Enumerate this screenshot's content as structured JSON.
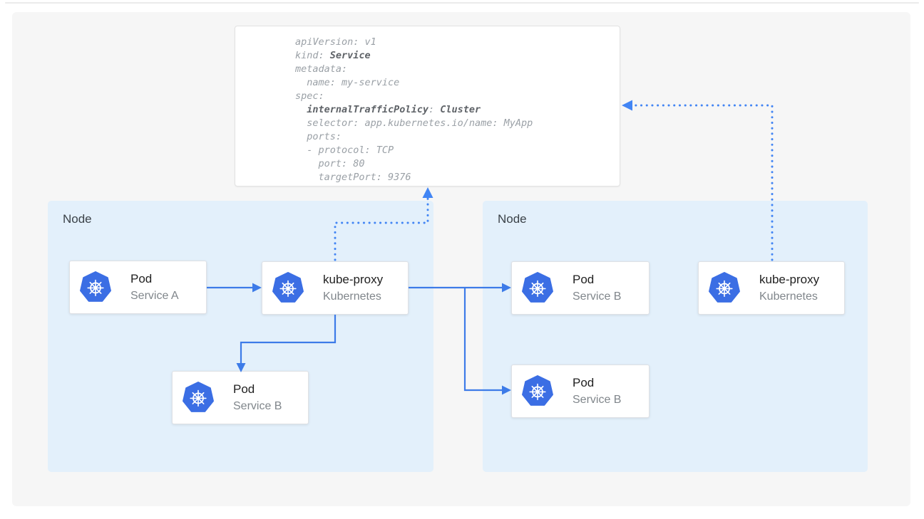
{
  "colors": {
    "accent_blue": "#4285f4",
    "solid_arrow_blue": "#3d7be8",
    "kubernetes_blue": "#3b6ee4",
    "node_bg": "#e3f0fb",
    "panel_bg": "#f6f6f6"
  },
  "yaml_card": {
    "lines": [
      [
        {
          "t": "apiVersion: v1"
        }
      ],
      [
        {
          "t": "kind: "
        },
        {
          "t": "Service",
          "b": true
        }
      ],
      [
        {
          "t": "metadata:"
        }
      ],
      [
        {
          "t": "  name: my-service"
        }
      ],
      [
        {
          "t": "spec:"
        }
      ],
      [
        {
          "t": "  "
        },
        {
          "t": "internalTrafficPolicy",
          "b": true
        },
        {
          "t": ": "
        },
        {
          "t": "Cluster",
          "b": true
        }
      ],
      [
        {
          "t": "  selector: app.kubernetes.io/name: MyApp"
        }
      ],
      [
        {
          "t": "  ports:"
        }
      ],
      [
        {
          "t": "  - protocol: TCP"
        }
      ],
      [
        {
          "t": "    port: 80"
        }
      ],
      [
        {
          "t": "    targetPort: 9376"
        }
      ]
    ]
  },
  "nodes": [
    {
      "label": "Node",
      "cards": [
        {
          "title": "Pod",
          "subtitle": "Service A"
        },
        {
          "title": "kube-proxy",
          "subtitle": "Kubernetes"
        },
        {
          "title": "Pod",
          "subtitle": "Service B"
        }
      ]
    },
    {
      "label": "Node",
      "cards": [
        {
          "title": "Pod",
          "subtitle": "Service B"
        },
        {
          "title": "Pod",
          "subtitle": "Service B"
        },
        {
          "title": "kube-proxy",
          "subtitle": "Kubernetes"
        }
      ]
    }
  ]
}
